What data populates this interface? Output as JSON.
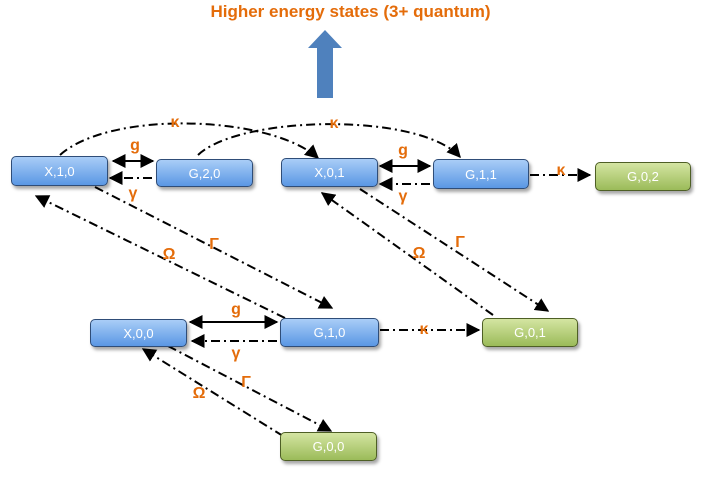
{
  "diagram": {
    "title": "Higher energy states (3+ quantum)",
    "colors": {
      "label": "#e46c0a",
      "arrow_up": "#4f81bd",
      "blue_state": "#5a97e4",
      "green_state": "#9bbb59",
      "line": "#000000"
    },
    "nodes": {
      "x10": {
        "label": "X,1,0"
      },
      "g20": {
        "label": "G,2,0"
      },
      "x01": {
        "label": "X,0,1"
      },
      "g11": {
        "label": "G,1,1"
      },
      "g02": {
        "label": "G,0,2"
      },
      "x00": {
        "label": "X,0,0"
      },
      "g10": {
        "label": "G,1,0"
      },
      "g01": {
        "label": "G,0,1"
      },
      "g00": {
        "label": "G,0,0"
      }
    },
    "rates": {
      "kappa_top_left": "κ",
      "kappa_top_right": "κ",
      "g_top_left": "g",
      "gamma_top_left": "γ",
      "g_top_right": "g",
      "gamma_top_right": "γ",
      "kappa_g11_g02": "κ",
      "omega_left": "Ω",
      "Gamma_left": "Γ",
      "omega_right": "Ω",
      "Gamma_right": "Γ",
      "g_mid": "g",
      "gamma_mid": "γ",
      "kappa_mid": "κ",
      "Gamma_bottom": "Γ",
      "omega_bottom": "Ω"
    }
  }
}
